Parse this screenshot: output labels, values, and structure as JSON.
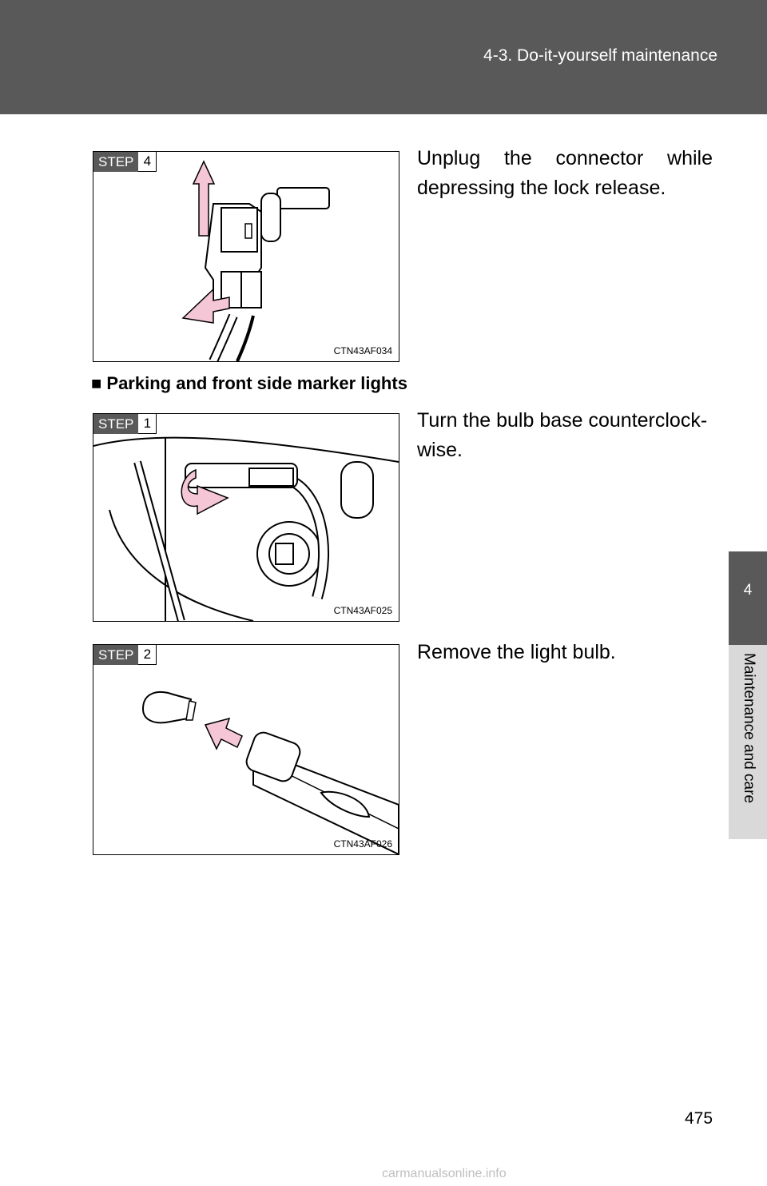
{
  "header": {
    "section": "4-3. Do-it-yourself maintenance"
  },
  "side_tab": {
    "number": "4",
    "label": "Maintenance and care"
  },
  "steps": [
    {
      "step_word": "STEP",
      "step_number": "4",
      "code": "CTN43AF034",
      "text": "Unplug the connector while depressing the lock release."
    },
    {
      "step_word": "STEP",
      "step_number": "1",
      "code": "CTN43AF025",
      "text": "Turn the bulb base counterclock-wise."
    },
    {
      "step_word": "STEP",
      "step_number": "2",
      "code": "CTN43AF026",
      "text": "Remove the light bulb."
    }
  ],
  "subheading": "■ Parking and front side marker lights",
  "page_number": "475",
  "watermark": "carmanualsonline.info",
  "colors": {
    "header": "#595959",
    "arrow": "#f4c6d6",
    "tab_label_bg": "#d9d9d9"
  }
}
